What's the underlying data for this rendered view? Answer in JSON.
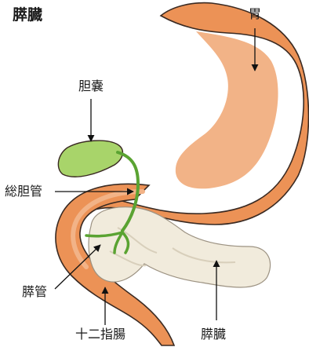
{
  "title": "膵臓",
  "labels": {
    "stomach": "胃",
    "gallbladder": "胆嚢",
    "common_bile_duct": "総胆管",
    "pancreatic_duct": "膵管",
    "duodenum": "十二指腸",
    "pancreas": "膵臓"
  },
  "colors": {
    "stomach_outer": "#ec9256",
    "stomach_inner": "#f2b387",
    "pancreas": "#f1ebdc",
    "gallbladder": "#a8d46a",
    "bile_duct": "#5aa332",
    "outline": "#3a2a22",
    "leader": "#111111"
  }
}
